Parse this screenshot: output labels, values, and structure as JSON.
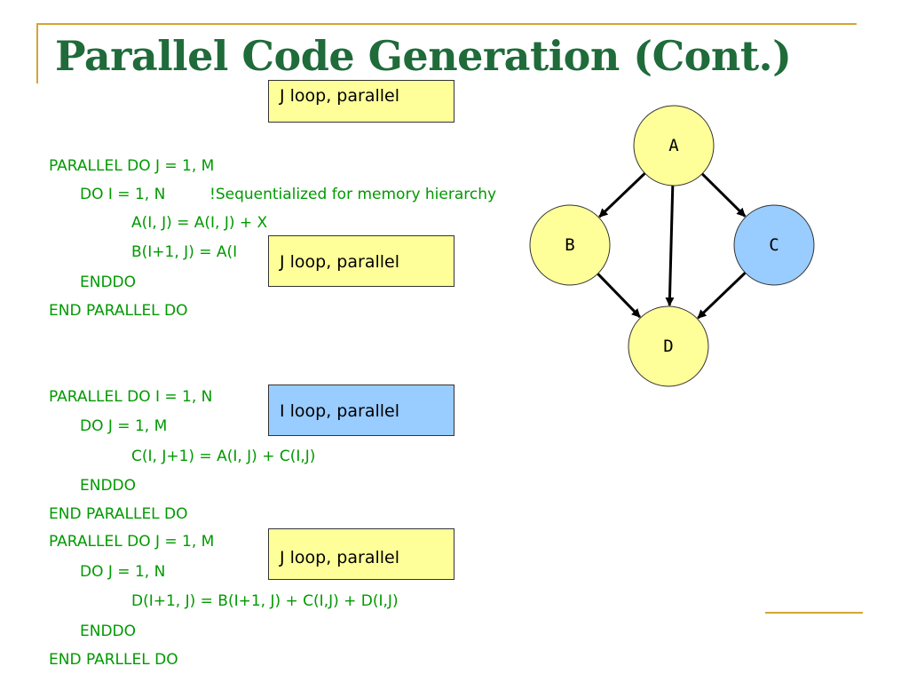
{
  "title": "Parallel Code Generation (Cont.)",
  "code_block_1": [
    "PARALLEL DO J = 1, M",
    "DO I = 1, N",
    "!Sequentialized for memory hierarchy",
    "A(I, J) = A(I, J) + X",
    "B(I+1, J) = A(I",
    "ENDDO",
    "END PARALLEL DO"
  ],
  "code_block_2": [
    "PARALLEL DO I = 1, N",
    "DO J = 1, M",
    "C(I, J+1) = A(I, J) + C(I,J)",
    "ENDDO",
    "END PARALLEL DO"
  ],
  "code_block_3": [
    "PARALLEL DO J = 1, M",
    "DO J = 1, N",
    "D(I+1, J) = B(I+1, J) + C(I,J) + D(I,J)",
    "ENDDO",
    "END PARLLEL DO"
  ],
  "callouts": [
    "J loop, parallel",
    "J loop, parallel",
    "I loop, parallel",
    "J loop, parallel"
  ],
  "graph": {
    "nodes": {
      "A": "A",
      "B": "B",
      "C": "C",
      "D": "D"
    },
    "edges": [
      [
        "A",
        "B"
      ],
      [
        "A",
        "C"
      ],
      [
        "A",
        "D"
      ],
      [
        "B",
        "D"
      ],
      [
        "C",
        "D"
      ]
    ],
    "colors": {
      "node_yellow": "#ffff99",
      "node_blue": "#99ccff",
      "edge": "#000000"
    }
  },
  "colors": {
    "title": "#1f6b3a",
    "code": "#009900",
    "frame": "#d4a531",
    "callout_yellow": "#ffff99",
    "callout_blue": "#99ccff"
  }
}
